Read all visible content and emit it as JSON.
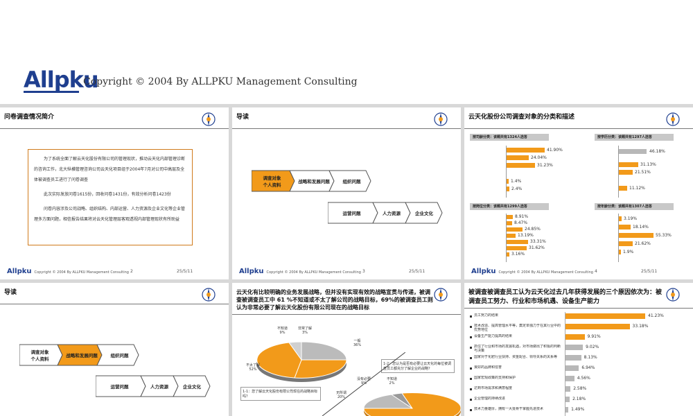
{
  "header": {
    "logo_text": "Allpku",
    "copyright": "Copyright © 2004 By ALLPKU Management Consulting"
  },
  "slides": {
    "s1": {
      "title": "问卷调查情况简介",
      "para1": "为了系统全面了解云天化股份有限公司的管理现状，推动云天化内部管理诊断的咨询工作，北大纵横管理咨询公司云天化项目组于2004年7月对公司中高层及全体被调查员工进行了问卷调查",
      "para2": "此次实际发放问卷1615份，回收问卷1431份，有效分析问卷1423份",
      "para3": "问卷内容涉及公司战略、组织结构、内部运营、人力资源及企业文化等企业管理多方面问题，相信报告结果将对云天化管理层客观透视内部管理现状有所助益",
      "footer": "Copyright © 2004 By ALLPKU Management Consulting",
      "page": "2",
      "date": "25/5/11"
    },
    "s2": {
      "title": "导读",
      "flow_top": [
        "调查对象\n个人资料",
        "战略和发展问题",
        "组织问题"
      ],
      "flow_bottom": [
        "运营问题",
        "人力资源",
        "企业文化"
      ],
      "footer": "Copyright © 2004 By ALLPKU Management Consulting",
      "page": "3",
      "date": "25/5/11"
    },
    "s3": {
      "title": "云天化股份公司调查对象的分类和描述",
      "panels": [
        {
          "label": "按司龄分类：该题共有1324人选答",
          "values": [
            "41.90%",
            "24.04%",
            "31.23%",
            "1.4%",
            "2.4%"
          ]
        },
        {
          "label": "按学历分类：该题共有1297人选答",
          "values": [
            "31.13%",
            "21.51%",
            "46.18%",
            "11.12%"
          ]
        },
        {
          "label": "按岗位分类：该题共有1299人选答",
          "values": [
            "8.91%",
            "8.47%",
            "24.85%",
            "13.19%",
            "33.31%",
            "31.62%",
            "3.16%"
          ]
        },
        {
          "label": "按年龄分类：该题共有1307人选答",
          "values": [
            "3.19%",
            "18.14%",
            "55.33%",
            "21.62%",
            "1.9%"
          ]
        }
      ],
      "footer": "Copyright © 2004 By ALLPKU Management Consulting",
      "page": "4",
      "date": "25/5/11"
    },
    "s4": {
      "title": "导读",
      "flow_top": [
        "调查对象\n个人资料",
        "战略和发展问题",
        "组织问题"
      ],
      "flow_bottom": [
        "运营问题",
        "人力资源",
        "企业文化"
      ]
    },
    "s5": {
      "title": "云天化有比较明确的业务发展战略，但并没有实现有效的战略宣贯与传递，被调查被调查员工中  61 %不知道或不太了解公司的战略目标，69%的被调查员工则认为非常必要了解云天化股份有限公司现在的战略目标",
      "pie1_labels": [
        "不知道\n9%",
        "非常了解\n3%",
        "一般\n36%",
        "不太了解\n52%"
      ],
      "q1": "1-1：您了解云天化股份有限公司现在的战略目标吗？",
      "q2": "1-2：您认为是否有必要让云天化的每位被调查员工都充分了解企业的战略？",
      "pie2_labels": [
        "没有必要\n9%",
        "不知道\n2%",
        "无所谓\n20%"
      ]
    },
    "s6": {
      "title": "被调查被调查员工认为云天化过去几年获得发展的三个原因依次为：被调查员工努力、行业和市场机遇、设备生产能力",
      "bars": [
        {
          "label": "员工努力的结果",
          "value": "41.23%"
        },
        {
          "label": "技术改造、提高管理水平等，奠定单独力于在其行业中的优势地位",
          "value": "33.18%"
        },
        {
          "label": "设备生产能力提高的结果",
          "value": "9.91%"
        },
        {
          "label": "抓住了行业和市场的发展机遇，对市场做出了积极的判断与决策",
          "value": "9.02%"
        },
        {
          "label": "国家对于化肥行业扶持、资金配合、领导关系的关系等",
          "value": "8.13%"
        },
        {
          "label": "良好的品牌和信誉",
          "value": "6.94%"
        },
        {
          "label": "国家宏观政策的支持和保护",
          "value": "4.56%"
        },
        {
          "label": "达到市场需求和满意程度",
          "value": "2.58%"
        },
        {
          "label": "企业管理的持续改进",
          "value": "2.18%"
        },
        {
          "label": "技术力量雄厚，拥有一大批骨干掌握先进技术",
          "value": "1.49%"
        }
      ]
    }
  },
  "colors": {
    "accent": "#f29a1a",
    "brand": "#1f3f8f"
  }
}
